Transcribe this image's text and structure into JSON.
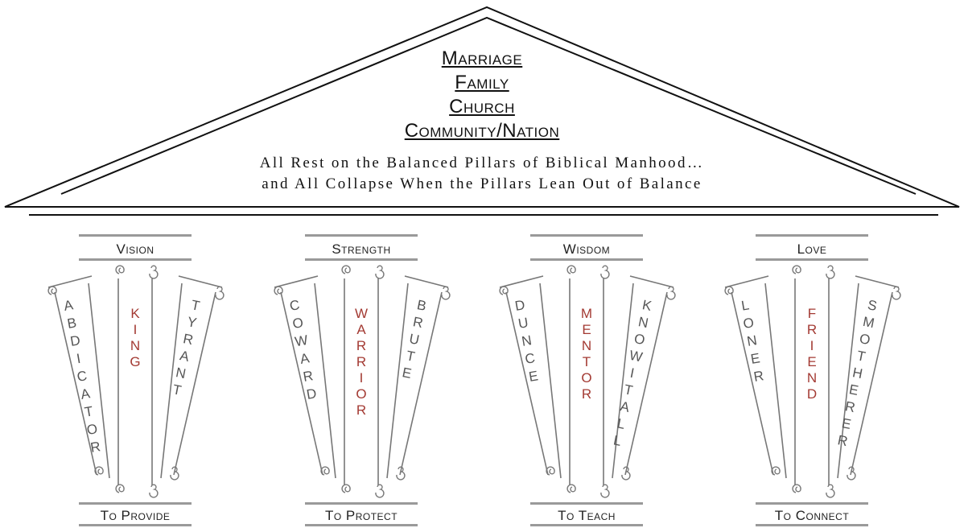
{
  "roof": {
    "words": [
      "Marriage",
      "Family",
      "Church",
      "Community/Nation"
    ],
    "tagline_line1": "All Rest on the Balanced Pillars of Biblical Manhood…",
    "tagline_line2": "and All Collapse When the Pillars Lean Out of Balance"
  },
  "pillars": [
    {
      "top_label": "Vision",
      "bottom_label": "To Provide",
      "left": "ABDICATOR",
      "center": "KING",
      "right": "TYRANT"
    },
    {
      "top_label": "Strength",
      "bottom_label": "To Protect",
      "left": "COWARD",
      "center": "WARRIOR",
      "right": "BRUTE"
    },
    {
      "top_label": "Wisdom",
      "bottom_label": "To Teach",
      "left": "DUNCE",
      "center": "MENTOR",
      "right": "KNOWITALL"
    },
    {
      "top_label": "Love",
      "bottom_label": "To Connect",
      "left": "LONER",
      "center": "FRIEND",
      "right": "SMOTHERER"
    }
  ],
  "colors": {
    "center_text": "#a33a33",
    "side_text": "#555555",
    "line": "#111111",
    "pillar_line": "#777777",
    "bar": "#9a9a9a"
  }
}
